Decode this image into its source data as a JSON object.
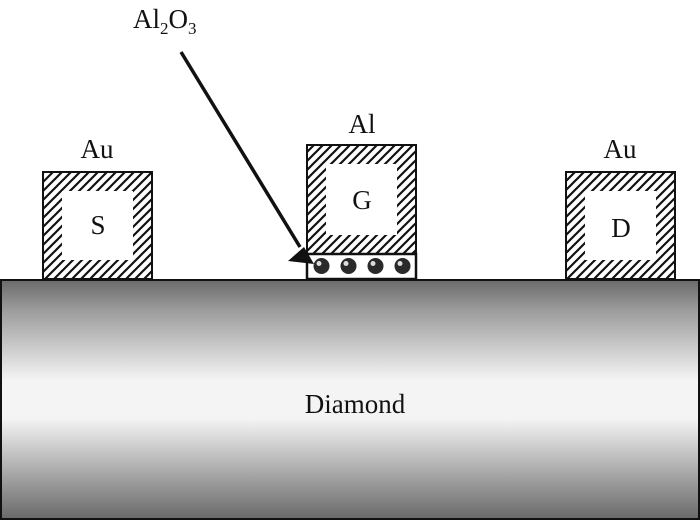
{
  "diagram": {
    "oxide_label": {
      "base": "Al",
      "sub1": "2",
      "mid": "O",
      "sub2": "3"
    },
    "source": {
      "material": "Au",
      "terminal": "S"
    },
    "gate": {
      "material": "Al",
      "terminal": "G"
    },
    "drain": {
      "material": "Au",
      "terminal": "D"
    },
    "substrate": {
      "label": "Diamond"
    }
  },
  "colors": {
    "ink": "#111111",
    "substrate_dark": "#6a6a6a",
    "substrate_light": "#f4f4f4",
    "background": "#ffffff"
  }
}
